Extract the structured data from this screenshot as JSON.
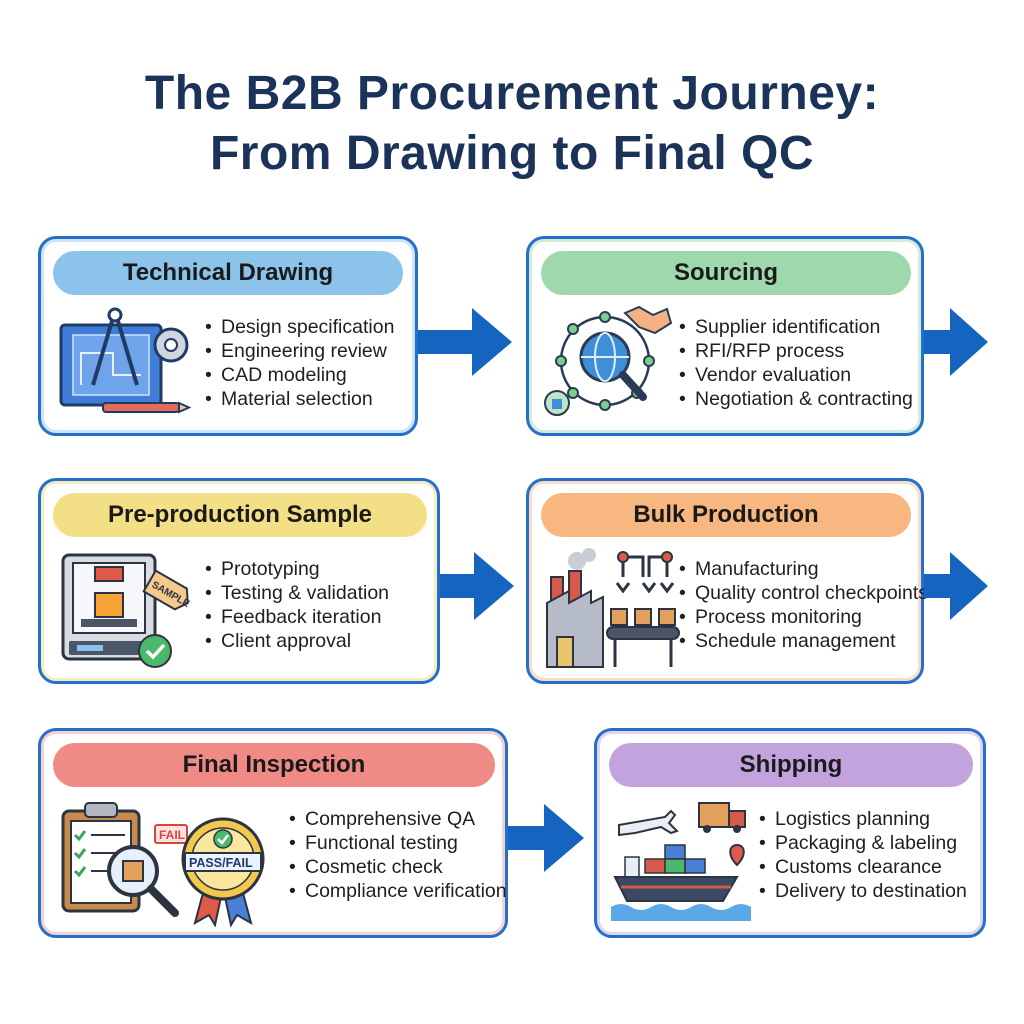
{
  "title_line1": "The B2B Procurement Journey:",
  "title_line2": "From Drawing to Final QC",
  "colors": {
    "title": "#1b3358",
    "arrow": "#1565c0"
  },
  "stages": [
    {
      "title": "Technical Drawing",
      "icon": "blueprint-compass-icon",
      "bullets": [
        "Design specification",
        "Engineering review",
        "CAD modeling",
        "Material selection"
      ],
      "pill_color": "#8cc3ea",
      "border_color": "#2270c9"
    },
    {
      "title": "Sourcing",
      "icon": "globe-network-icon",
      "bullets": [
        "Supplier identification",
        "RFI/RFP process",
        "Vendor evaluation",
        "Negotiation & contracting"
      ],
      "pill_color": "#9fd8ad",
      "border_color": "#2270c9"
    },
    {
      "title": "Pre-production Sample",
      "icon": "3d-printer-icon",
      "sample_tag": "SAMPLE",
      "bullets": [
        "Prototyping",
        "Testing & validation",
        "Feedback iteration",
        "Client approval"
      ],
      "pill_color": "#f3df86",
      "border_color": "#2270c9"
    },
    {
      "title": "Bulk Production",
      "icon": "factory-conveyor-icon",
      "bullets": [
        "Manufacturing",
        "Quality control checkpoints",
        "Process monitoring",
        "Schedule management"
      ],
      "pill_color": "#f8b680",
      "border_color": "#2270c9"
    },
    {
      "title": "Final Inspection",
      "icon": "checklist-magnifier-icon",
      "fail_label": "FAIL",
      "badge_label": "PASS/FAIL",
      "bullets": [
        "Comprehensive QA",
        "Functional testing",
        "Cosmetic check",
        "Compliance verification"
      ],
      "pill_color": "#ef8a84",
      "border_color": "#2270c9"
    },
    {
      "title": "Shipping",
      "icon": "ship-plane-truck-icon",
      "bullets": [
        "Logistics planning",
        "Packaging & labeling",
        "Customs clearance",
        "Delivery to destination"
      ],
      "pill_color": "#c3a3dd",
      "border_color": "#2270c9"
    }
  ]
}
